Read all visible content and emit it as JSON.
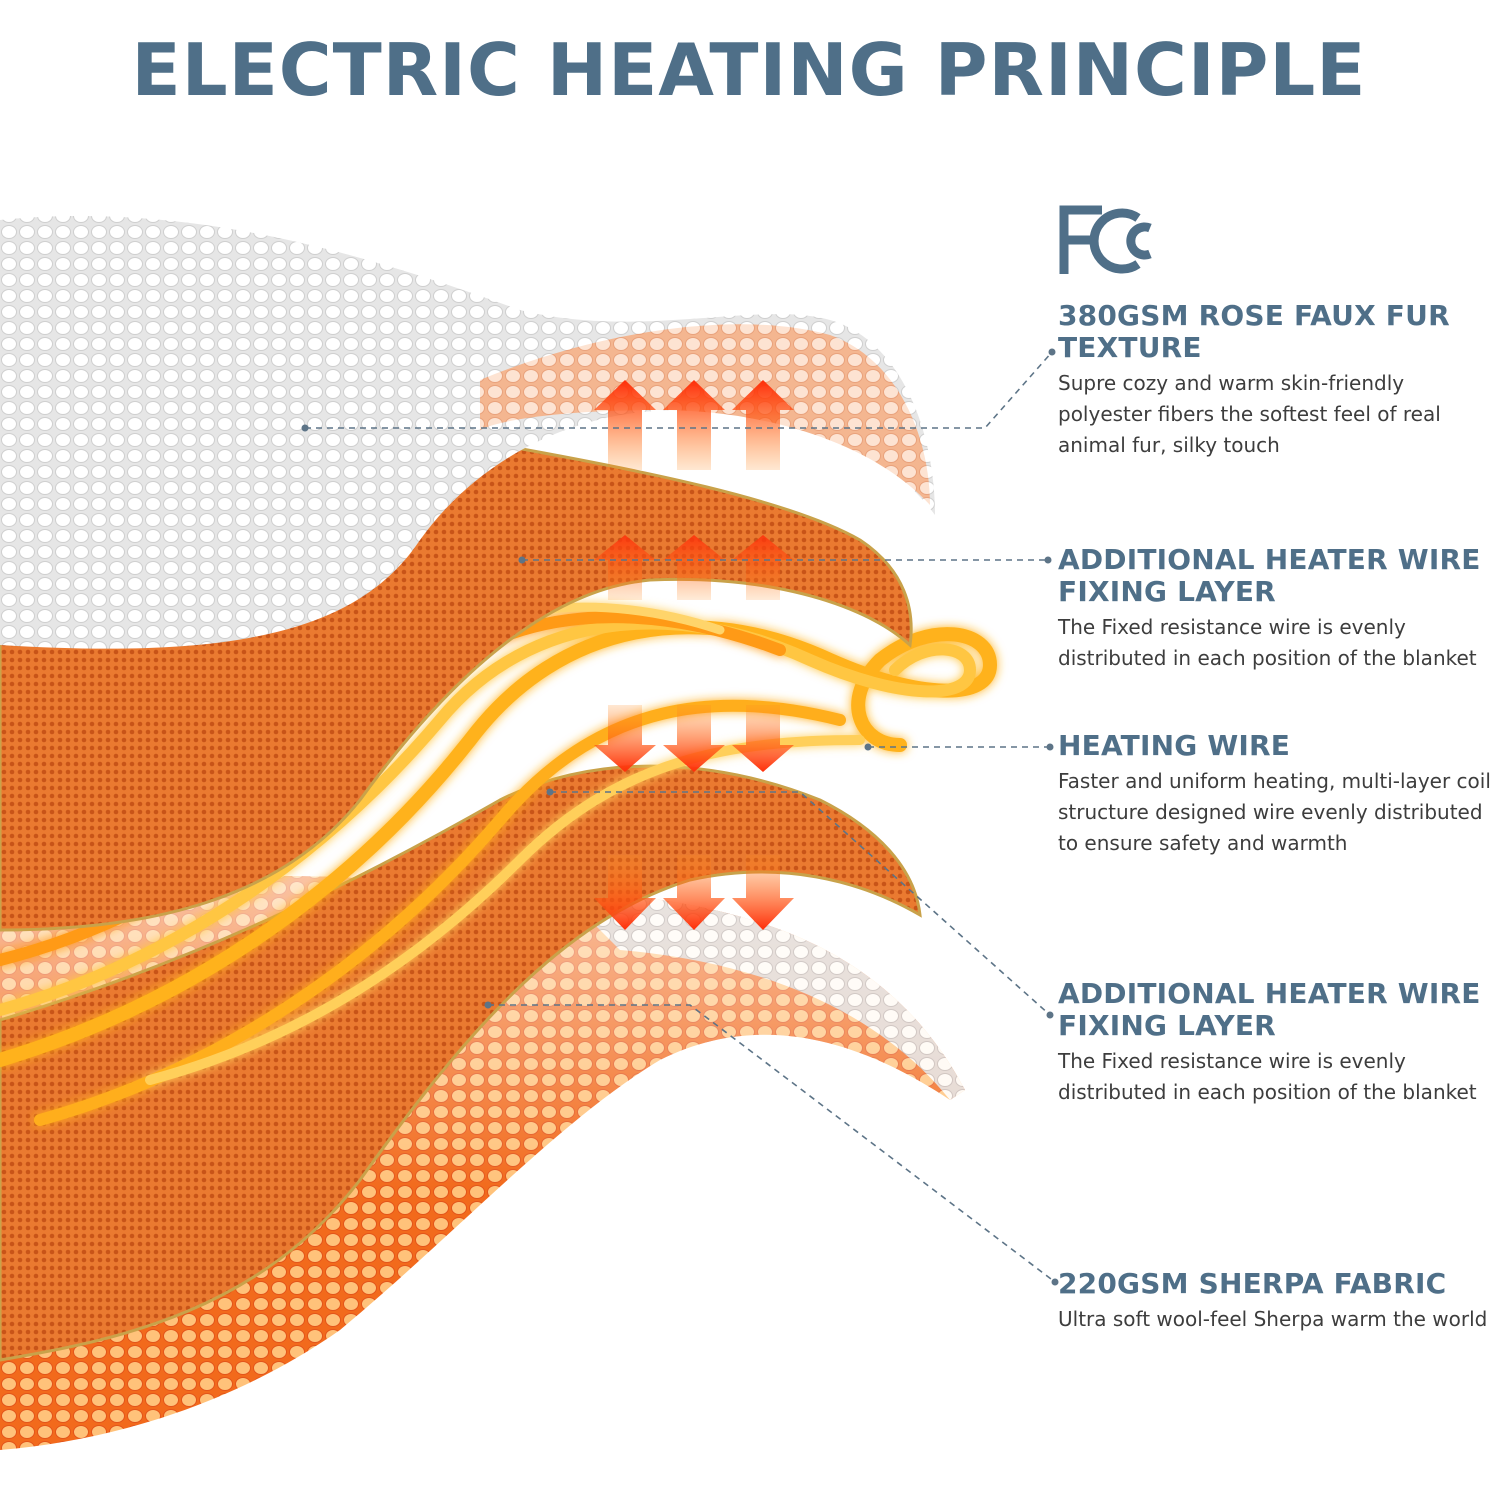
{
  "title": "ELECTRIC HEATING PRINCIPLE",
  "logo": {
    "text": "FCC",
    "icon": "fcc-logo-icon"
  },
  "colors": {
    "heading": "#4f6f88",
    "body_text": "#3d3d3d",
    "fabric_white": "#f2f2f2",
    "heat_orange": "#f07a1e",
    "wire_yellow": "#ffb21a",
    "arrow_red": "#ff3b10"
  },
  "layers": [
    {
      "title": "380GSM ROSE FAUX FUR TEXTURE",
      "description": "Supre cozy and warm skin-friendly polyester fibers the softest feel of real animal fur, silky touch"
    },
    {
      "title": "ADDITIONAL HEATER WIRE FIXING LAYER",
      "description": "The Fixed resistance wire is evenly distributed in each position of the blanket"
    },
    {
      "title": "HEATING WIRE",
      "description": "Faster and uniform heating, multi-layer coil structure designed wire evenly distributed to ensure safety and warmth"
    },
    {
      "title": "ADDITIONAL HEATER WIRE FIXING LAYER",
      "description": "The Fixed resistance wire is evenly distributed in each position of the blanket"
    },
    {
      "title": "220GSM SHERPA FABRIC",
      "description": "Ultra soft wool-feel Sherpa warm the world"
    }
  ]
}
